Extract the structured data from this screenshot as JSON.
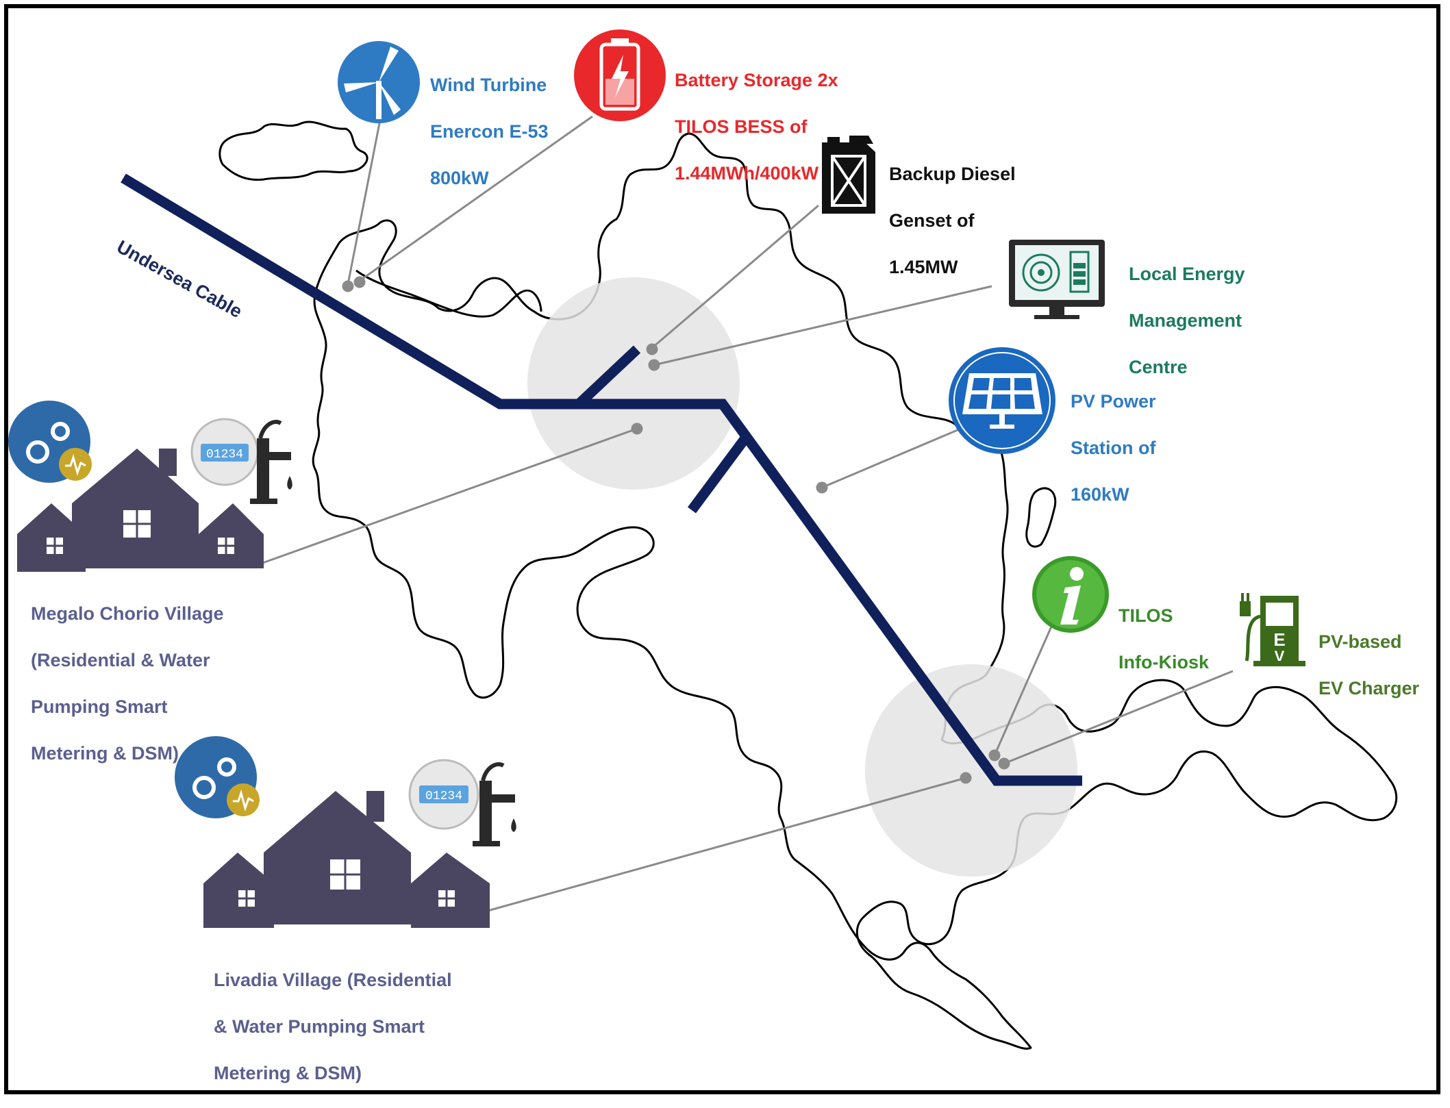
{
  "colors": {
    "cable": "#10205a",
    "wind": "#2e7bc4",
    "battery": "#e8282b",
    "diesel": "#111111",
    "energy_mgmt": "#1c7a5e",
    "pv": "#2e7bc4",
    "kiosk": "#3a8a2a",
    "ev": "#4a7a2a",
    "village": "#5b5f8e",
    "house": "#4a4560",
    "hub": "#e4e4e4"
  },
  "cable_label": "Undersea Cable",
  "components": {
    "wind": {
      "lines": [
        "Wind Turbine",
        "Enercon E-53",
        "800kW"
      ],
      "icon": "wind-turbine-icon"
    },
    "battery": {
      "lines": [
        "Battery Storage 2x",
        "TILOS BESS of",
        "1.44MWh/400kW"
      ],
      "icon": "battery-icon"
    },
    "diesel": {
      "lines": [
        "Backup Diesel",
        "Genset of",
        "1.45MW"
      ],
      "icon": "fuel-can-icon"
    },
    "energy_mgmt": {
      "lines": [
        "Local Energy",
        "Management",
        "Centre"
      ],
      "icon": "monitor-icon"
    },
    "pv": {
      "lines": [
        "PV Power",
        "Station of",
        "160kW"
      ],
      "icon": "solar-panel-icon"
    },
    "kiosk": {
      "lines": [
        "TILOS",
        "Info-Kiosk"
      ],
      "icon": "info-icon"
    },
    "ev": {
      "lines": [
        "PV-based",
        "EV Charger"
      ],
      "icon": "ev-charger-icon"
    }
  },
  "villages": {
    "megalo": {
      "lines": [
        "Megalo Chorio Village",
        "(Residential & Water",
        "Pumping Smart",
        "Metering & DSM)"
      ],
      "meter_text": "01234"
    },
    "livadia": {
      "lines": [
        "Livadia Village (Residential",
        "& Water Pumping Smart",
        "Metering & DSM)"
      ],
      "meter_text": "01234"
    }
  }
}
